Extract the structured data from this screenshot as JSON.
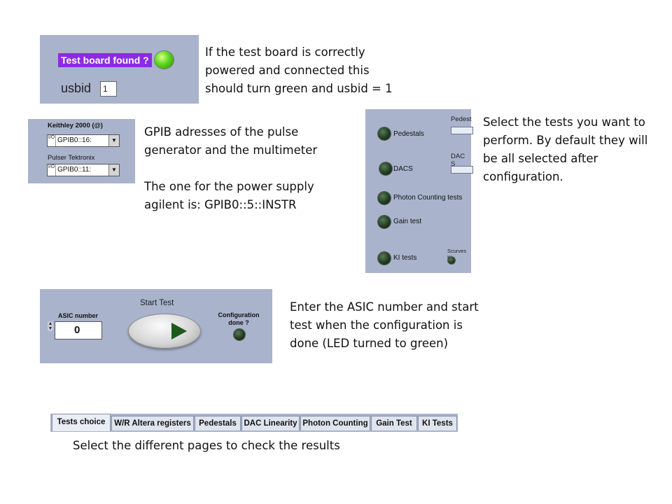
{
  "panel1": {
    "test_board_label": "Test board found ?",
    "led_color": "#5bd51c",
    "usbid_label": "usbid",
    "usbid_value": "1"
  },
  "caption1": "If the test board is correctly\npowered and connected this\nshould turn green and usbid = 1",
  "panel2": {
    "keithley_label": "Keithley 2000 (@)",
    "keithley_value": "GPIB0::16:",
    "pulser_label": "Pulser Tektronix",
    "pulser_value": "GPIB0::11:",
    "io_glyph": "I/O",
    "dropdown_glyph": "▼"
  },
  "caption2": "GPIB adresses of the pulse\ngenerator and the multimeter\n\nThe one for the power supply\nagilent is: GPIB0::5::INSTR",
  "panel3": {
    "items": [
      "Pedestals",
      "DACS",
      "Photon Counting tests",
      "Gain test",
      "KI tests"
    ],
    "pedestal_field_label": "Pedest",
    "dac_field_label": "DAC S",
    "scurves_label": "Scurves Ki",
    "led_color": "#1f3d1f"
  },
  "caption3": "Select the tests you want to\nperform. By default they will\nbe all selected after\nconfiguration.",
  "panel4": {
    "asic_label": "ASIC number",
    "asic_value": "0",
    "start_label": "Start Test",
    "config_label": "Configuration\ndone ?"
  },
  "caption4": "Enter the ASIC number and start\ntest when the configuration is\ndone (LED turned to green)",
  "tabs": {
    "items": [
      "Tests choice",
      "W/R Altera registers",
      "Pedestals",
      "DAC Linearity",
      "Photon Counting",
      "Gain Test",
      "KI Tests"
    ],
    "active": "Tests choice"
  },
  "caption5": "Select the different pages to check the results"
}
